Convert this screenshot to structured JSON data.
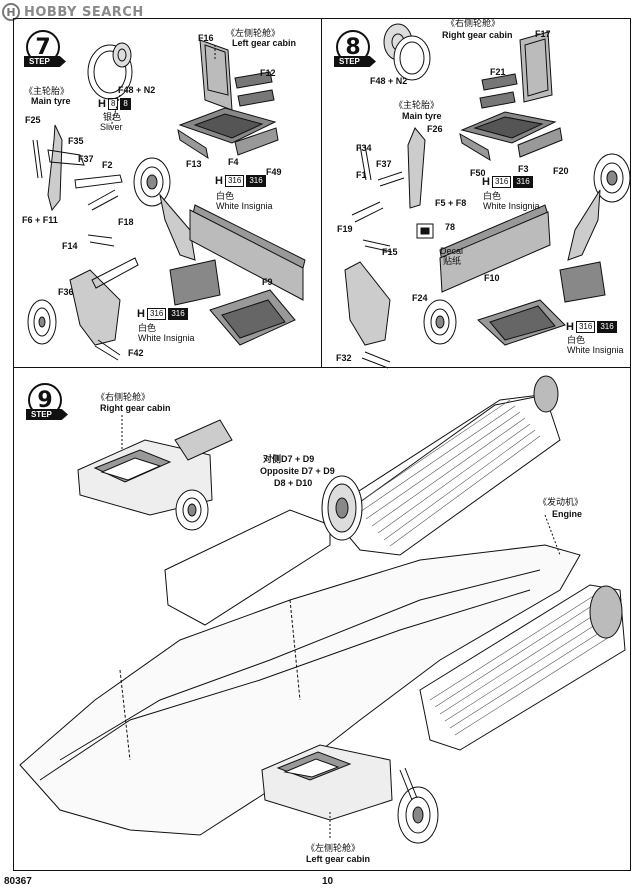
{
  "watermark": {
    "logo_letter": "H",
    "text": "HOBBY SEARCH"
  },
  "steps": {
    "step7": {
      "number": "7",
      "tag": "STEP"
    },
    "step8": {
      "number": "8",
      "tag": "STEP"
    },
    "step9": {
      "number": "9",
      "tag": "STEP"
    }
  },
  "panel7": {
    "left_cabin_cn": "《左侧轮舱》",
    "left_cabin_en": "Left gear cabin",
    "main_tyre_cn": "《主轮胎》",
    "main_tyre_en": "Main tyre",
    "paint_sliver": {
      "letter": "H",
      "c1": "8",
      "c2": "8",
      "cn": "银色",
      "en": "Sliver"
    },
    "paint_white1": {
      "letter": "H",
      "c1": "316",
      "c2": "316",
      "cn": "白色",
      "en": "White Insignia"
    },
    "paint_white2": {
      "letter": "H",
      "c1": "316",
      "c2": "316",
      "cn": "白色",
      "en": "White Insignia"
    },
    "parts": {
      "F16": "F16",
      "F48N2": "F48 + N2",
      "F12": "F12",
      "F25": "F25",
      "F35": "F35",
      "F37": "F37",
      "F2": "F2",
      "F6F11": "F6 + F11",
      "F18": "F18",
      "F14": "F14",
      "F13": "F13",
      "F4": "F4",
      "F49": "F49",
      "F36": "F36",
      "F9": "F9",
      "F42": "F42"
    }
  },
  "panel8": {
    "right_cabin_cn": "《右侧轮舱》",
    "right_cabin_en": "Right gear cabin",
    "main_tyre_cn": "《主轮胎》",
    "main_tyre_en": "Main tyre",
    "paint_white1": {
      "letter": "H",
      "c1": "316",
      "c2": "316",
      "cn": "白色",
      "en": "White Insignia"
    },
    "paint_white2": {
      "letter": "H",
      "c1": "316",
      "c2": "316",
      "cn": "白色",
      "en": "White Insignia"
    },
    "decal": {
      "number": "78",
      "label": "Decal",
      "cn": "贴纸"
    },
    "parts": {
      "F17": "F17",
      "F48N2": "F48 + N2",
      "F21": "F21",
      "F26": "F26",
      "F34": "F34",
      "F37": "F37",
      "F1": "F1",
      "F50": "F50",
      "F3": "F3",
      "F20": "F20",
      "F5F8": "F5 + F8",
      "F19": "F19",
      "F15": "F15",
      "F10": "F10",
      "F24": "F24",
      "F32": "F32"
    }
  },
  "panel9": {
    "right_cabin_cn": "《右侧轮舱》",
    "right_cabin_en": "Right gear cabin",
    "opposite_cn": "对侧D7 + D9",
    "opposite_en": "Opposite D7 + D9",
    "d8d10": "D8 + D10",
    "engine_cn": "《发动机》",
    "engine_en": "Engine",
    "left_cabin_cn": "《左侧轮舱》",
    "left_cabin_en": "Left gear cabin"
  },
  "footer": {
    "code": "80367",
    "page": "10"
  }
}
